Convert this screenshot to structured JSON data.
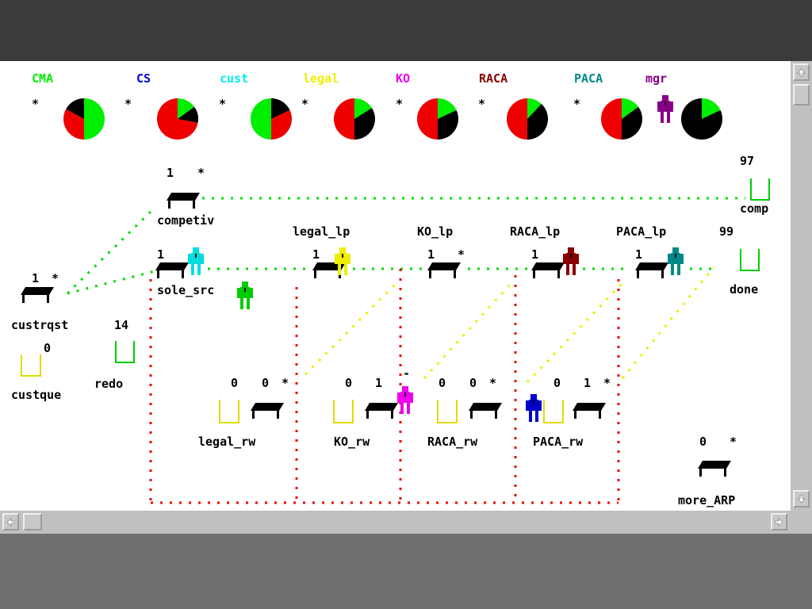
{
  "legend": [
    {
      "label": "CMA",
      "color": "#00ee00",
      "star": "*",
      "pie": [
        {
          "c": "#00ee00",
          "f": 0.5
        },
        {
          "c": "#ee0000",
          "f": 0.33
        },
        {
          "c": "#000000",
          "f": 0.17
        }
      ]
    },
    {
      "label": "CS",
      "color": "#0000ee",
      "star": "*",
      "pie": [
        {
          "c": "#00ee00",
          "f": 0.15
        },
        {
          "c": "#000000",
          "f": 0.13
        },
        {
          "c": "#ee0000",
          "f": 0.72
        }
      ]
    },
    {
      "label": "cust",
      "color": "#00eeee",
      "star": "*",
      "pie": [
        {
          "c": "#000000",
          "f": 0.18
        },
        {
          "c": "#ee0000",
          "f": 0.32
        },
        {
          "c": "#00ee00",
          "f": 0.5
        }
      ]
    },
    {
      "label": "legal",
      "color": "#eeee00",
      "star": "*",
      "pie": [
        {
          "c": "#00ee00",
          "f": 0.16
        },
        {
          "c": "#000000",
          "f": 0.34
        },
        {
          "c": "#ee0000",
          "f": 0.5
        }
      ]
    },
    {
      "label": "KO",
      "color": "#ee00ee",
      "star": "*",
      "pie": [
        {
          "c": "#00ee00",
          "f": 0.18
        },
        {
          "c": "#000000",
          "f": 0.32
        },
        {
          "c": "#ee0000",
          "f": 0.5
        }
      ]
    },
    {
      "label": "RACA",
      "color": "#880000",
      "star": "*",
      "pie": [
        {
          "c": "#00ee00",
          "f": 0.12
        },
        {
          "c": "#000000",
          "f": 0.38
        },
        {
          "c": "#ee0000",
          "f": 0.5
        }
      ]
    },
    {
      "label": "PACA",
      "color": "#008888",
      "star": "*",
      "pie": [
        {
          "c": "#00ee00",
          "f": 0.15
        },
        {
          "c": "#000000",
          "f": 0.35
        },
        {
          "c": "#ee0000",
          "f": 0.5
        }
      ]
    },
    {
      "label": "mgr",
      "color": "#880088",
      "star": "",
      "pie": [
        {
          "c": "#00ee00",
          "f": 0.18
        },
        {
          "c": "#000000",
          "f": 0.82
        }
      ]
    }
  ],
  "nodes": {
    "competiv": {
      "label": "competiv",
      "count": "1",
      "star": "*"
    },
    "comp": {
      "label": "comp",
      "count": "97"
    },
    "custrqst": {
      "label": "custrqst",
      "count": "1",
      "star": "*"
    },
    "sole_src": {
      "label": "sole_src",
      "count": "1"
    },
    "legal_lp": {
      "label": "legal_lp",
      "count": "1"
    },
    "KO_lp": {
      "label": "KO_lp",
      "count": "1",
      "star": "*"
    },
    "RACA_lp": {
      "label": "RACA_lp",
      "count": "1"
    },
    "PACA_lp": {
      "label": "PACA_lp",
      "count": "1"
    },
    "done": {
      "label": "done",
      "count": "99"
    },
    "redo": {
      "label": "redo",
      "count": "14"
    },
    "custque": {
      "label": "custque",
      "count": "0"
    },
    "legal_rw": {
      "label": "legal_rw",
      "q": "0",
      "count": "0",
      "star": "*"
    },
    "KO_rw": {
      "label": "KO_rw",
      "q": "0",
      "count": "1",
      "star": "-"
    },
    "RACA_rw": {
      "label": "RACA_rw",
      "q": "0",
      "count": "0",
      "star": "*"
    },
    "PACA_rw": {
      "label": "PACA_rw",
      "q": "0",
      "count": "1",
      "star": "*"
    },
    "more_ARP": {
      "label": "more_ARP",
      "count": "0",
      "star": "*"
    }
  },
  "icons": {
    "scroll_up": "arrow-up-icon",
    "scroll_down": "arrow-down-icon",
    "scroll_left": "arrow-left-icon",
    "scroll_right": "arrow-right-icon"
  }
}
